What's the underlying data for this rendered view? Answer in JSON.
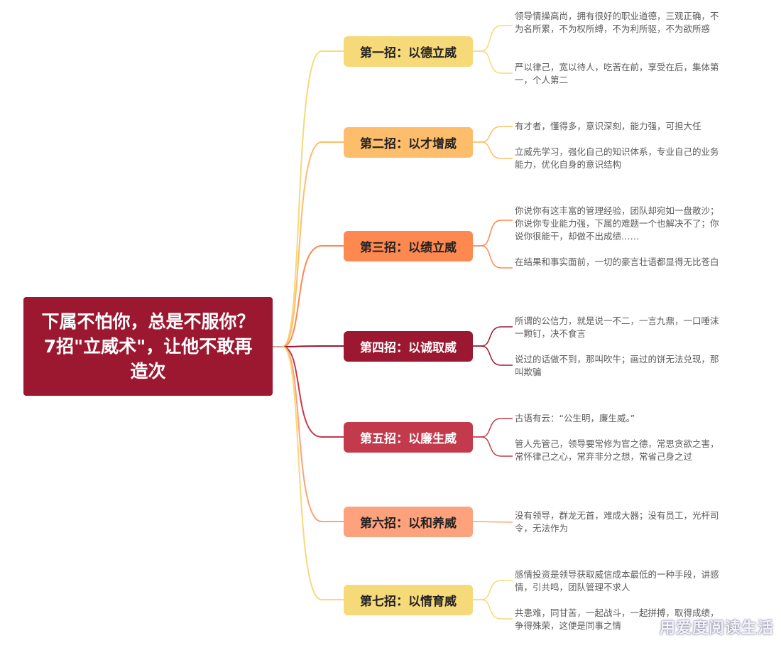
{
  "root": {
    "title": "下属不怕你，总是不服你？7招\"立威术\"，让他不敢再造次"
  },
  "branches": [
    {
      "label": "第一招：以德立威",
      "color": "#f6d978",
      "text_color": "#222222",
      "line_color": "#f6d978",
      "notes": [
        "领导情操高尚，拥有很好的职业道德，三观正确，不为名所累，不为权所缚，不为利所驱，不为欲所惑",
        "严以律己，宽以待人，吃苦在前，享受在后，集体第一，个人第二"
      ]
    },
    {
      "label": "第二招：以才增威",
      "color": "#fdbd6a",
      "text_color": "#222222",
      "line_color": "#fdbd6a",
      "notes": [
        "有才者，懂得多，意识深刻，能力强，可担大任",
        "立威先学习，强化自己的知识体系，专业自己的业务能力，优化自身的意识结构"
      ]
    },
    {
      "label": "第三招：以绩立威",
      "color": "#fd8850",
      "text_color": "#222222",
      "line_color": "#fd8850",
      "notes": [
        "你说你有这丰富的管理经验，团队却宛如一盘散沙；你说你专业能力强，下属的难题一个也解决不了；你说你很能干，却做不出成绩……",
        "在结果和事实面前，一切的豪言壮语都显得无比苍白"
      ]
    },
    {
      "label": "第四招：以诚取威",
      "color": "#9b1830",
      "text_color": "#ffffff",
      "line_color": "#9b1830",
      "notes": [
        "所谓的公信力，就是说一不二，一言九鼎，一口唾沫一颗钉，决不食言",
        "说过的话做不到，那叫吹牛；画过的饼无法兑现，那叫欺骗"
      ]
    },
    {
      "label": "第五招：以廉生威",
      "color": "#c23a4c",
      "text_color": "#ffffff",
      "line_color": "#c23a4c",
      "notes": [
        "古语有云：“公生明，廉生威。”",
        "管人先管己，领导要常修为官之德，常思贪欲之害，常怀律己之心，常弃非分之想，常省己身之过"
      ]
    },
    {
      "label": "第六招：以和养威",
      "color": "#fda27c",
      "text_color": "#222222",
      "line_color": "#fda27c",
      "notes": [
        "没有领导，群龙无首，难成大器；没有员工，光杆司令，无法作为"
      ]
    },
    {
      "label": "第七招：以情育威",
      "color": "#f6d978",
      "text_color": "#222222",
      "line_color": "#f6d978",
      "notes": [
        "感情投资是领导获取威信成本最低的一种手段，讲感情，引共鸣，团队管理不求人",
        "共患难，同甘苦，一起战斗，一起拼搏，取得成绩，争得殊荣，这便是同事之情"
      ]
    }
  ],
  "watermark": "用爱度阅读生活"
}
